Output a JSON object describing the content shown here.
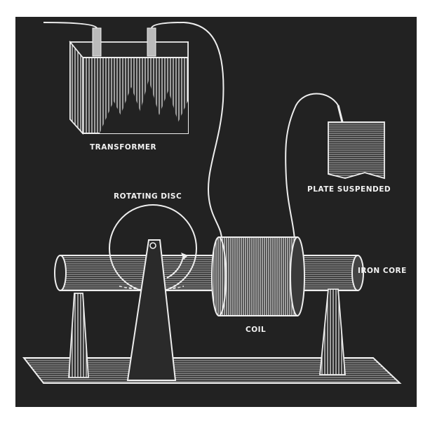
{
  "labels": {
    "transformer": "TRANSFORMER",
    "rotating_disc": "ROTATING DISC",
    "plate_suspended": "PLATE SUSPENDED",
    "iron_core": "IRON CORE",
    "coil": "COIL"
  },
  "colors": {
    "background": "#222222",
    "ink": "#f2f2f2"
  }
}
